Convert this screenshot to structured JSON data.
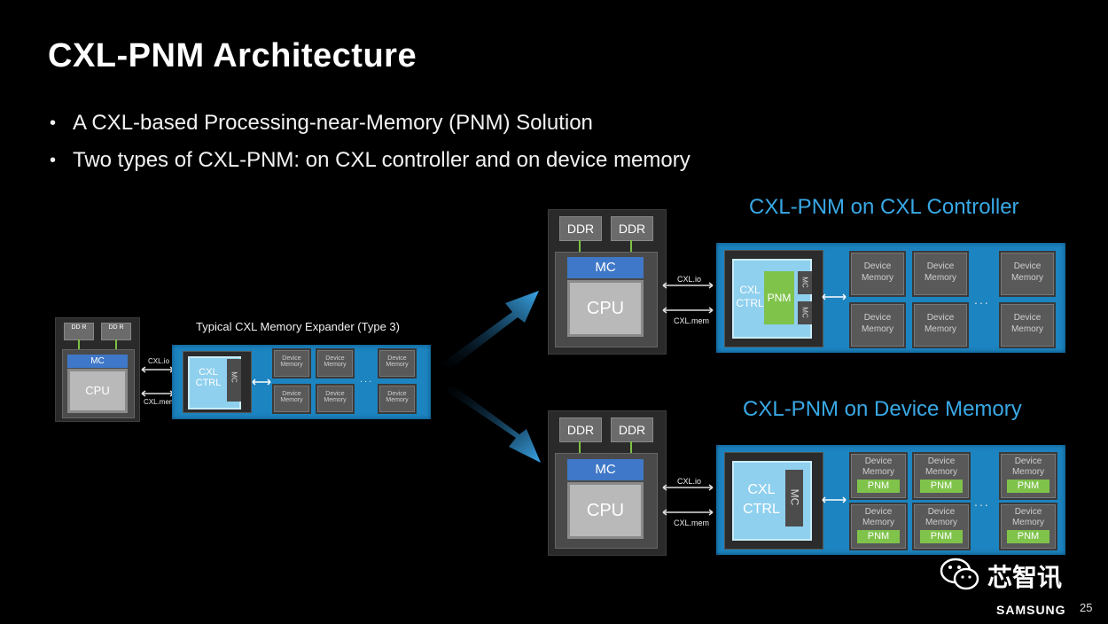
{
  "title": "CXL-PNM Architecture",
  "bullets": [
    "A CXL-based Processing-near-Memory (PNM) Solution",
    "Two types of CXL-PNM: on CXL controller and on device memory"
  ],
  "typical": {
    "label": "Typical CXL Memory Expander (Type 3)",
    "ddr": "DD R",
    "mc": "MC",
    "cpu": "CPU",
    "cxl_io": "CXL.io",
    "cxl_mem": "CXL.mem",
    "ctrl": "CXL CTRL",
    "ctrl_mc": "MC",
    "device_memory": "Device Memory",
    "dots": "..."
  },
  "controller": {
    "title": "CXL-PNM on CXL Controller",
    "ddr": "DDR",
    "mc": "MC",
    "cpu": "CPU",
    "cxl_io": "CXL.io",
    "cxl_mem": "CXL.mem",
    "ctrl": "CXL CTRL",
    "pnm": "PNM",
    "ctrl_mc": "MC",
    "device_memory": "Device Memory",
    "dots": "..."
  },
  "device": {
    "title": "CXL-PNM on Device Memory",
    "ddr": "DDR",
    "mc": "MC",
    "cpu": "CPU",
    "cxl_io": "CXL.io",
    "cxl_mem": "CXL.mem",
    "ctrl": "CXL CTRL",
    "ctrl_mc": "MC",
    "device_memory": "Device Memory",
    "pnm": "PNM",
    "dots": "..."
  },
  "watermark": "芯智讯",
  "brand": "SAMSUNG",
  "page_number": "25",
  "colors": {
    "background": "#000000",
    "accent_blue": "#39a9e6",
    "panel_blue": "#1c84c0",
    "pnm_green": "#7fc34b",
    "mc_blue": "#3f78c8"
  }
}
